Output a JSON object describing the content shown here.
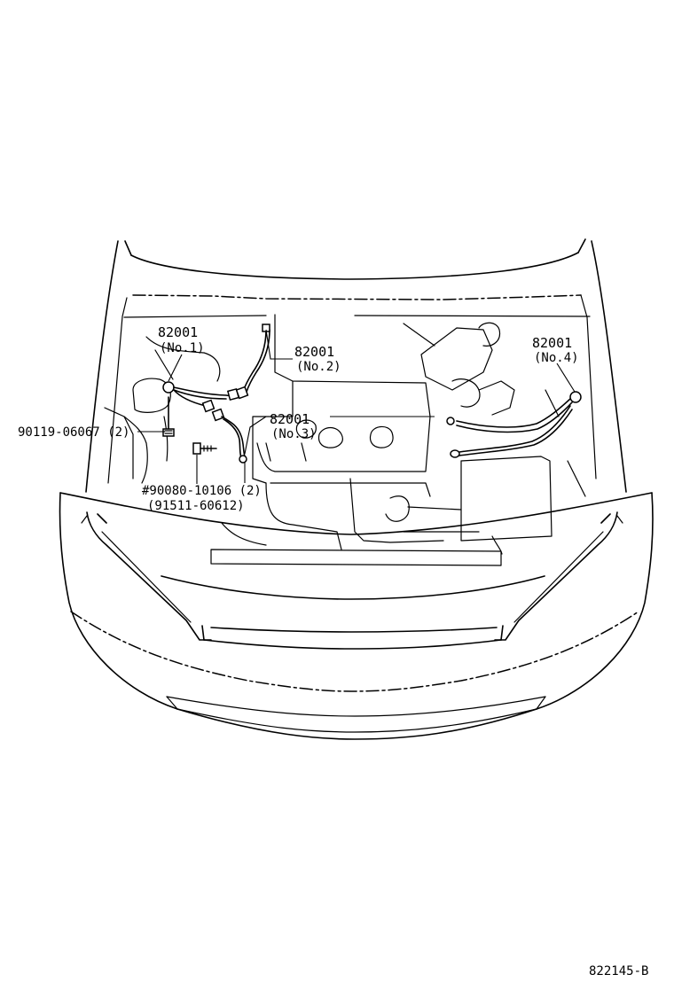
{
  "diagram": {
    "figure_code": "822145-B",
    "callouts": [
      {
        "id": "no1",
        "part": "82001",
        "note": "(No.1)"
      },
      {
        "id": "no2",
        "part": "82001",
        "note": "(No.2)"
      },
      {
        "id": "no3",
        "part": "82001",
        "note": "(No.3)"
      },
      {
        "id": "no4",
        "part": "82001",
        "note": "(No.4)"
      }
    ],
    "fasteners": [
      {
        "id": "bolt-a",
        "part": "90119-06067 (2)"
      },
      {
        "id": "bolt-b",
        "part": "#90080-10106 (2)",
        "note": "(91511-60612)"
      }
    ]
  }
}
